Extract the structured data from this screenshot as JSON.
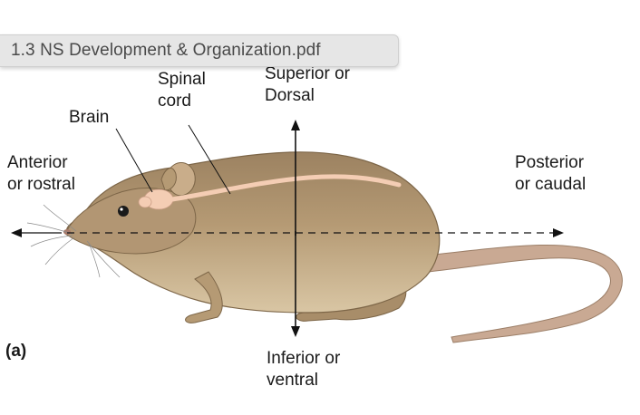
{
  "window": {
    "title": "1.3 NS Development & Organization.pdf"
  },
  "figure": {
    "panel_label": "(a)",
    "labels": {
      "spinal_cord_line1": "Spinal",
      "spinal_cord_line2": "cord",
      "brain": "Brain",
      "superior_line1": "Superior or",
      "superior_line2": "Dorsal",
      "anterior_line1": "Anterior",
      "anterior_line2": "or rostral",
      "posterior_line1": "Posterior",
      "posterior_line2": "or caudal",
      "inferior_line1": "Inferior or",
      "inferior_line2": "ventral"
    }
  },
  "colors": {
    "rat_fur": "#b59a74",
    "rat_fur_dark": "#8c7656",
    "rat_belly": "#d8c3a0",
    "spinal_cord": "#f4cdb4",
    "tail": "#c9a993",
    "arrow": "#111111",
    "title_bar_bg": "#e6e6e6"
  }
}
